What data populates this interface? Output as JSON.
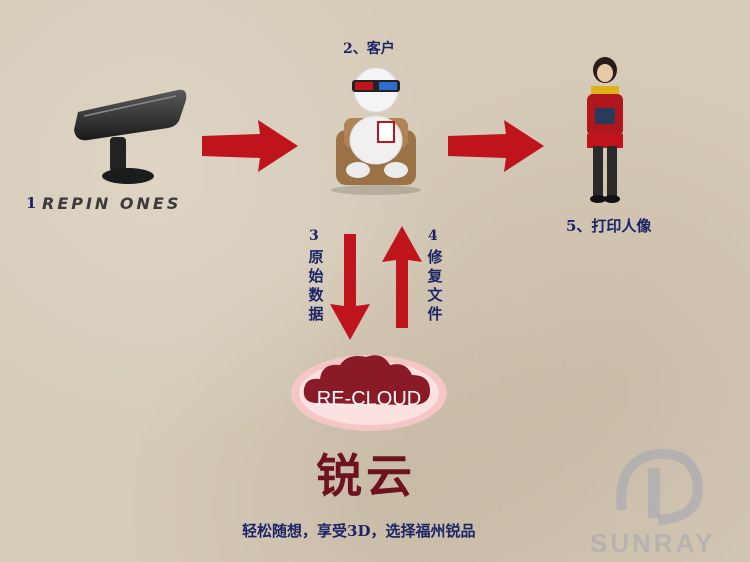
{
  "steps": {
    "scanner_number": "1",
    "scanner_brand": "REPIN ONES",
    "customer": "2、客户",
    "raw_number": "3",
    "raw_label": "原始数据",
    "fix_number": "4",
    "fix_label": "修复文件",
    "print": "5、打印人像"
  },
  "cloud": {
    "label": "RE-CLOUD"
  },
  "title": "锐云",
  "slogan": "轻松随想，享受3D，选择福州锐品",
  "watermark": {
    "text": "SUNRAY"
  },
  "colors": {
    "arrow_red": "#c0141c",
    "title_red": "#6d1320",
    "label_blue": "#1a2466"
  },
  "icons": [
    "scanner-icon",
    "customer-3d-glasses-icon",
    "person-figure-icon",
    "cloud-icon",
    "sunray-logo-icon"
  ]
}
